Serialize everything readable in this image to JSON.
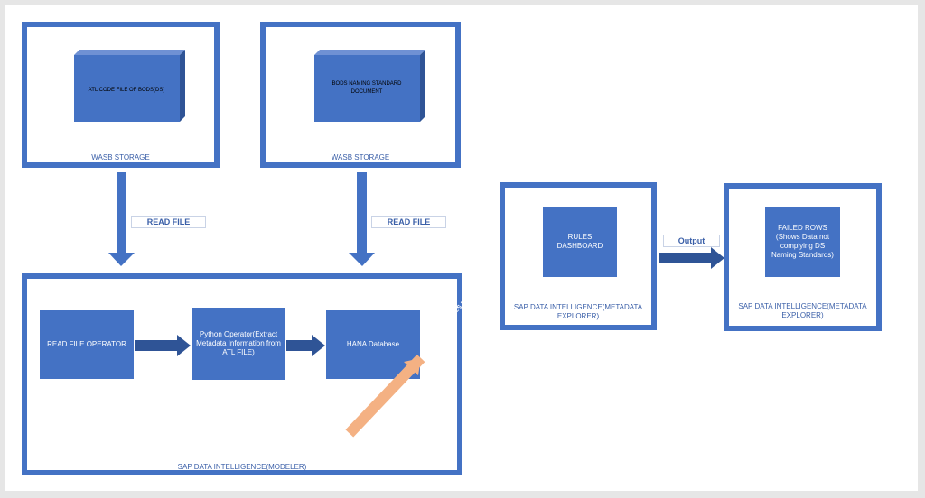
{
  "storage_left": {
    "cube_label": "ATL CODE FILE OF BODS(DS)",
    "caption": "WASB STORAGE"
  },
  "storage_right": {
    "cube_label_line1": "BODS NAMING STANDARD",
    "cube_label_line2": "DOCUMENT",
    "caption": "WASB STORAGE"
  },
  "read_file_tags": [
    "READ FILE",
    "READ FILE"
  ],
  "modeler": {
    "caption": "SAP DATA INTELLIGENCE(MODELER)",
    "read_operator": "READ FILE OPERATOR",
    "python_operator": "Python Operator(Extract Metadata Information from ATL FILE)",
    "hana": "HANA Database"
  },
  "rules_bind_label": "RULES BIND",
  "explorer_left": {
    "box": "RULES DASHBOARD",
    "caption": "SAP DATA INTELLIGENCE(METADATA EXPLORER)"
  },
  "output_tag": "Output",
  "explorer_right": {
    "box": "FAILED ROWS (Shows Data not complying DS Naming Standards)",
    "caption": "SAP DATA INTELLIGENCE(METADATA EXPLORER)"
  },
  "colors": {
    "primary": "#4472c4",
    "dark_arrow": "#2f5496",
    "rules_arrow": "#f4b183",
    "background": "#e6e6e6"
  }
}
